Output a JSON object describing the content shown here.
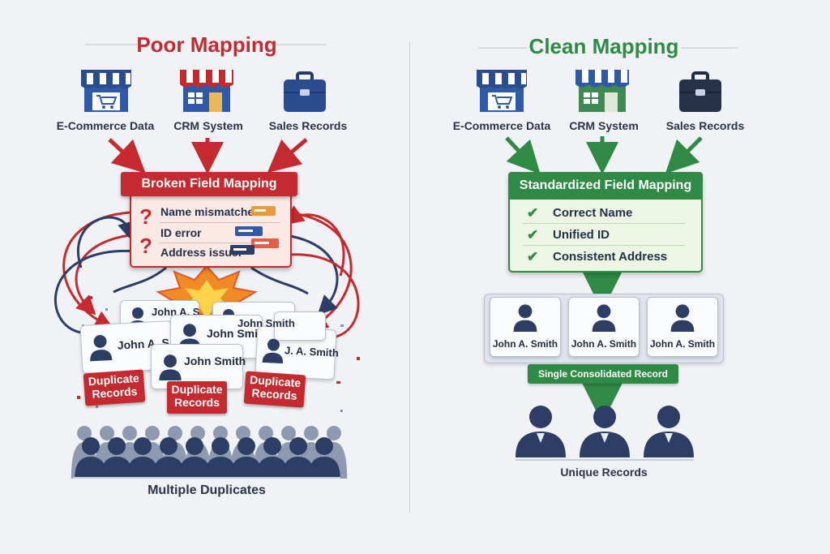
{
  "poor": {
    "title": "Poor Mapping",
    "sources": [
      {
        "label": "E-Commerce Data",
        "icon": "storefront-cart-icon"
      },
      {
        "label": "CRM System",
        "icon": "storefront-icon"
      },
      {
        "label": "Sales Records",
        "icon": "briefcase-icon"
      }
    ],
    "box_title": "Broken Field Mapping",
    "issues": [
      "Name mismatched",
      "ID error",
      "Address issue."
    ],
    "issue_mark": "?",
    "cards": [
      "John A. S.",
      "John Smith",
      "John A. S.",
      "John Smith",
      "John Smith",
      "J. A. Smith"
    ],
    "duplicate_label": "Duplicate\nRecords",
    "duplicate_labels": [
      "Duplicate Records",
      "Duplicate Records",
      "Duplicate Records"
    ],
    "caption": "Multiple Duplicates"
  },
  "clean": {
    "title": "Clean Mapping",
    "sources": [
      {
        "label": "E-Commerce Data",
        "icon": "storefront-cart-icon"
      },
      {
        "label": "CRM System",
        "icon": "storefront-icon"
      },
      {
        "label": "Sales Records",
        "icon": "briefcase-icon"
      }
    ],
    "box_title": "Standardized Field Mapping",
    "checks": [
      "Correct Name",
      "Unified ID",
      "Consistent Address"
    ],
    "check_mark": "✔",
    "records": [
      "John A. Smith",
      "John A. Smith",
      "John A. Smith"
    ],
    "consolidated_label": "Single Consolidated Record",
    "caption": "Unique Records"
  },
  "colors": {
    "red": "#c42a2f",
    "green": "#2f8a46",
    "navy": "#2c3e63",
    "blue": "#2f5aa8"
  }
}
